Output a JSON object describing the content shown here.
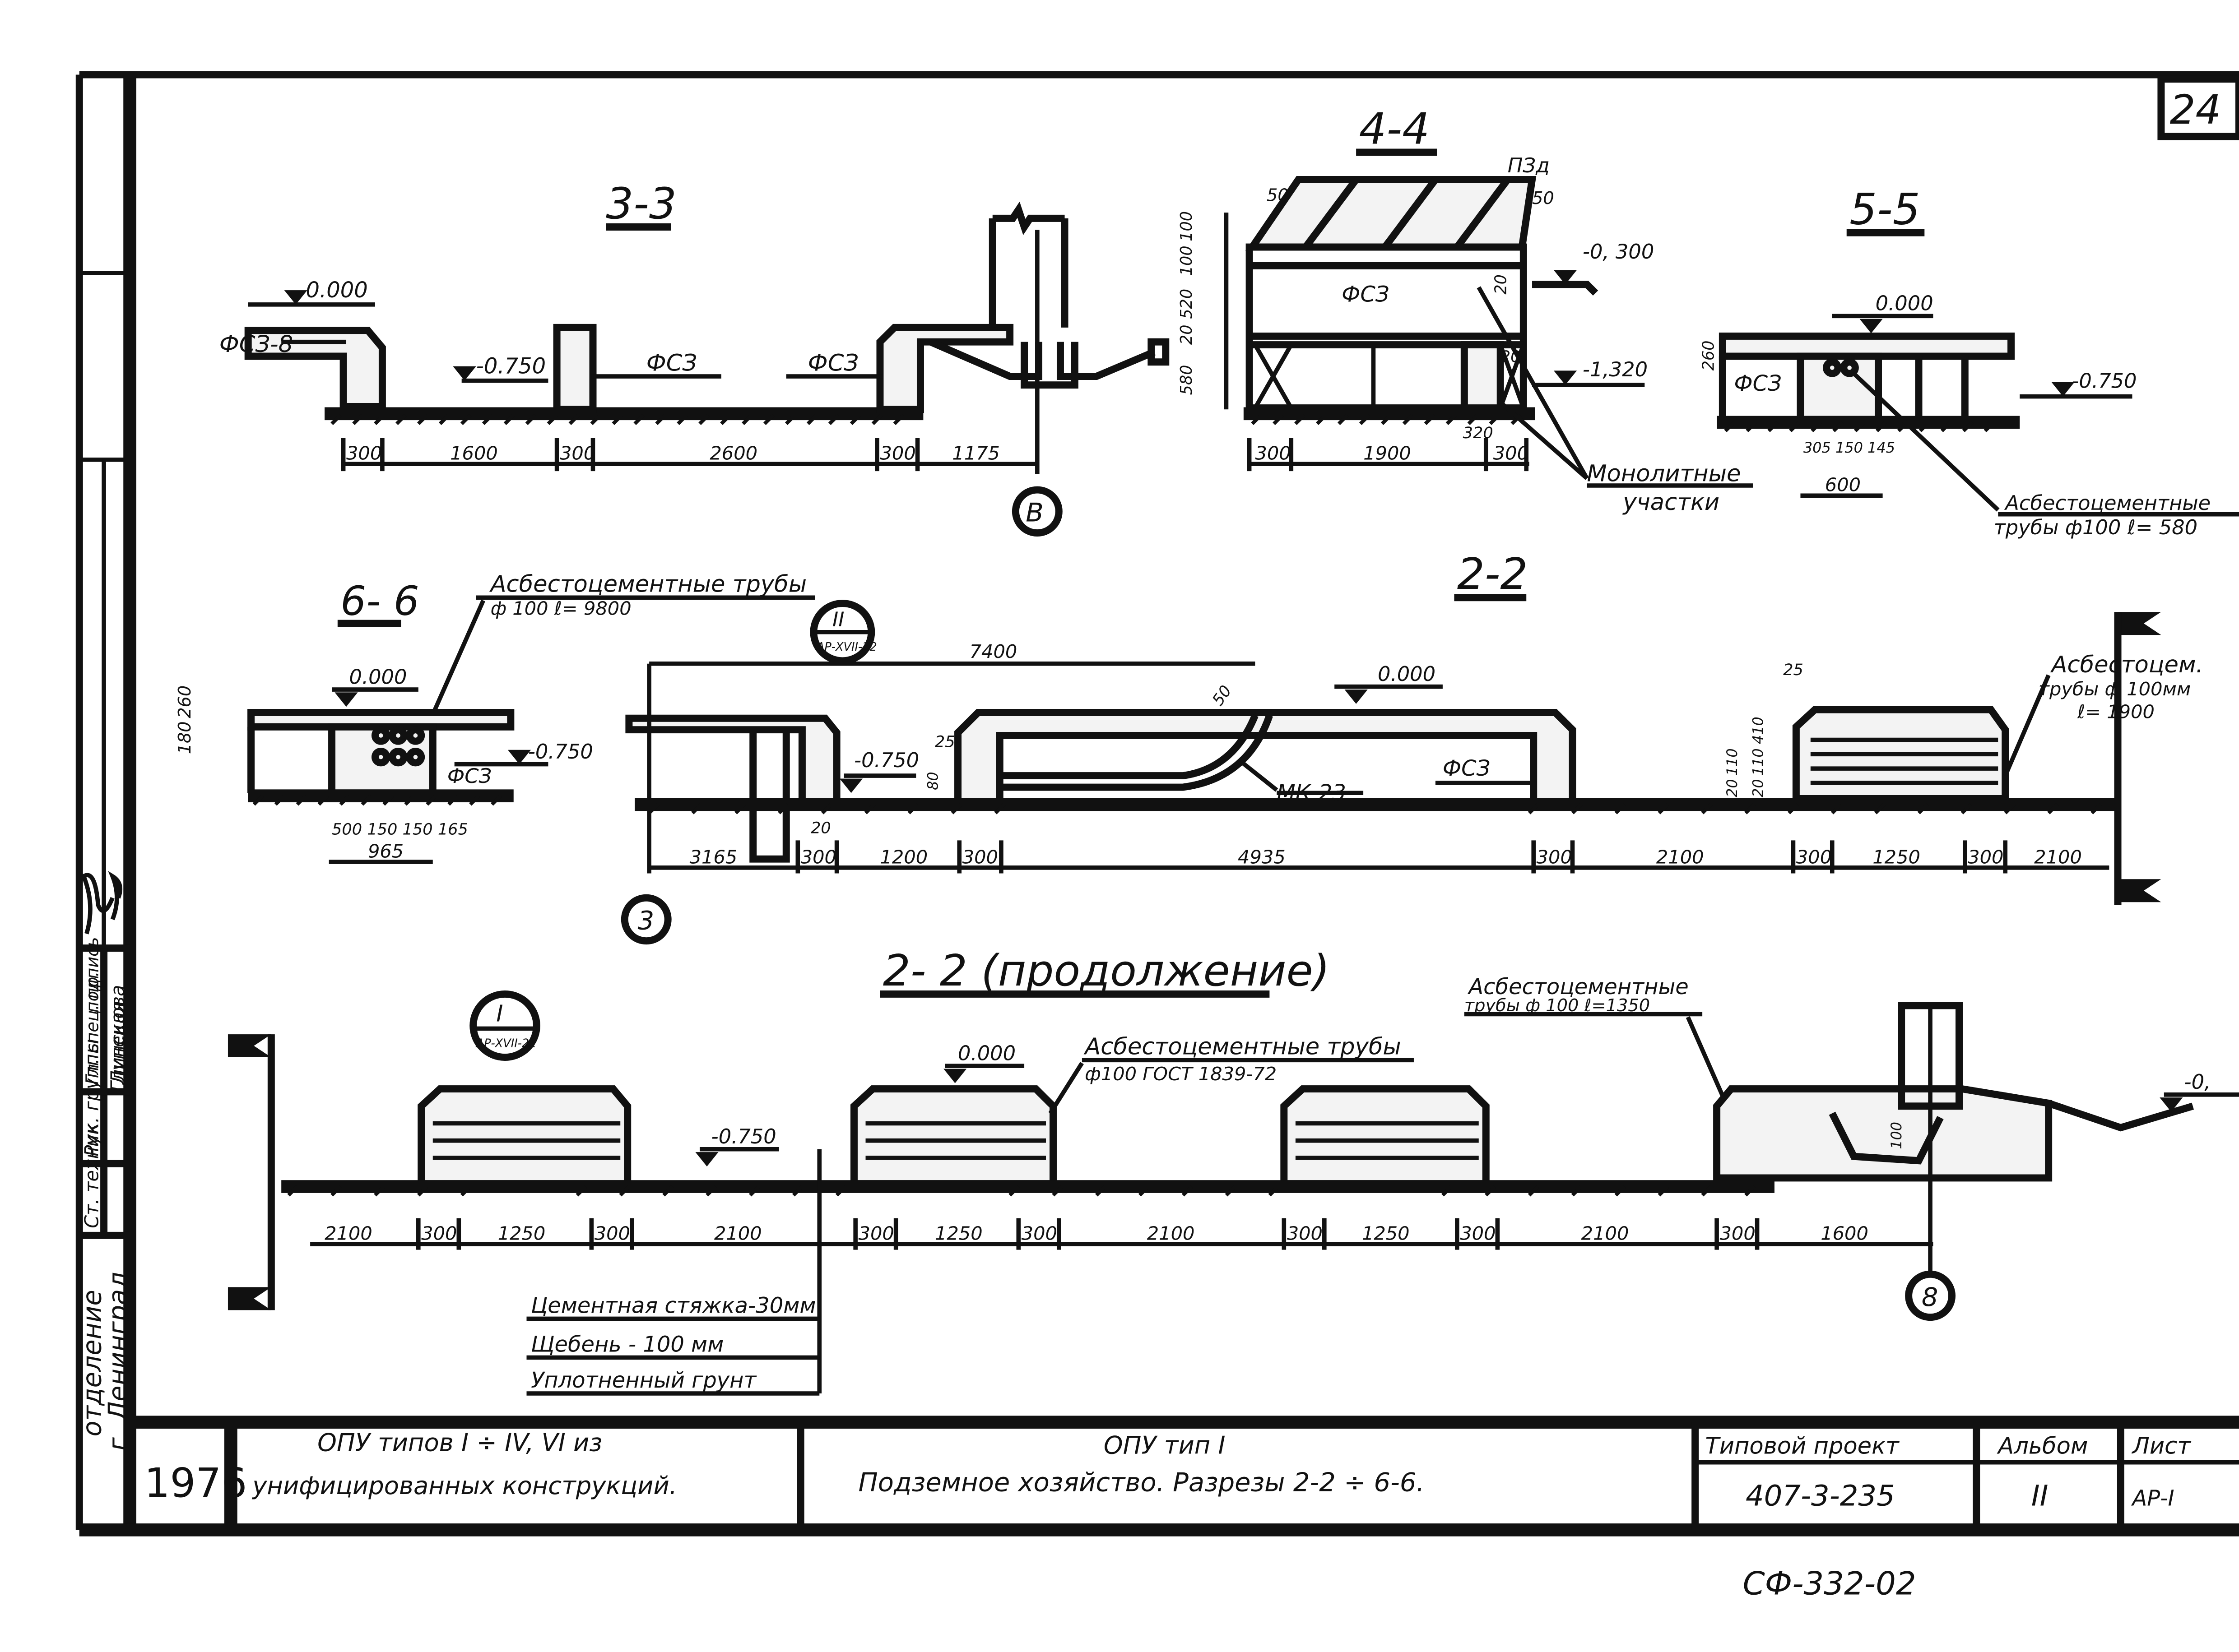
{
  "sheet_number": "24",
  "sections": {
    "s33": {
      "title": "3-3",
      "level_0": "0.000",
      "level_1": "-0.750",
      "label_fcs8": "ФСЗ-8",
      "label_fcs_a": "ФСЗ",
      "label_fcs_b": "ФСЗ",
      "dims": [
        "300",
        "1600",
        "300",
        "2600",
        "300",
        "1175"
      ],
      "axis": "В"
    },
    "s44": {
      "title": "4-4",
      "label_pzd": "ПЗд",
      "dim_50_a": "50",
      "dim_50_b": "50",
      "level_a": "-0, 300",
      "level_b": "-1,320",
      "label_fcs": "ФСЗ",
      "vdims": [
        "100",
        "100",
        "520",
        "20",
        "580"
      ],
      "dim_20_a": "20",
      "dim_20_b": "20",
      "dim_320": "320",
      "dims": [
        "300",
        "1900",
        "300"
      ],
      "mono_1": "Монолитные",
      "mono_2": "участки"
    },
    "s55": {
      "title": "5-5",
      "level_0": "0.000",
      "level_1": "-0.750",
      "label_fcs": "ФСЗ",
      "dim_260": "260",
      "dims_small": "305 150 145",
      "dim_600": "600",
      "pipes_1": "Асбестоцементные",
      "pipes_2": "трубы ф100 ℓ= 580"
    },
    "s66": {
      "title": "6- 6",
      "pipes_1": "Асбестоцементные трубы",
      "pipes_2": "ф 100   ℓ= 9800",
      "level_0": "0.000",
      "level_1": "-0.750",
      "label_fcs": "ФСЗ",
      "vdim_a": "180",
      "vdim_b": "260",
      "dims_small": "500  150 150  165",
      "dim_965": "965"
    },
    "s22": {
      "title": "2-2",
      "ref_roman": "II",
      "ref_sheet": "АР-XVII-22",
      "dim_7400": "7400",
      "level_0": "0.000",
      "level_1": "-0.750",
      "dim_50": "50",
      "dim_25_a": "25",
      "dim_25_b": "25",
      "dim_80": "80",
      "dim_20": "20",
      "vdims_a": [
        "20",
        "110"
      ],
      "vdims_b": [
        "20",
        "110",
        "410"
      ],
      "label_mk": "МК-23",
      "label_fcs": "ФСЗ",
      "pipes_1": "Асбестоцем.",
      "pipes_2": "трубы ф 100мм",
      "pipes_3": "ℓ= 1900",
      "dims": [
        "3165",
        "300",
        "1200",
        "300",
        "4935",
        "300",
        "2100",
        "300",
        "1250",
        "300",
        "2100"
      ],
      "axis": "3"
    },
    "s22c": {
      "title": "2- 2  (продолжение)",
      "ref_roman": "I",
      "ref_sheet": "АР-XVII-21",
      "level_0": "0.000",
      "level_1": "-0.750",
      "level_2": "-0,",
      "pipes_a1": "Асбестоцементные трубы",
      "pipes_a2": "ф100  ГОСТ 1839-72",
      "pipes_b1": "Асбестоцементные",
      "pipes_b2": "трубы ф 100 ℓ=1350",
      "dim_100": "100",
      "dims": [
        "2100",
        "300",
        "1250",
        "300",
        "2100",
        "300",
        "1250",
        "300",
        "2100",
        "300",
        "1250",
        "300",
        "2100",
        "300",
        "1600"
      ],
      "axis": "8",
      "layers": [
        "Цементная стяжка-30мм",
        "Щебень  - 100 мм",
        "Уплотненный  грунт"
      ]
    }
  },
  "side_stamp": {
    "org_1": "отделение",
    "org_2": "г. Ленинград",
    "r1_role": "Ст. техник",
    "r1_name": "Глинская",
    "r2_role": "Рук. группы",
    "r2_name": "Лупешова",
    "r3_role": "Гл. спец. пр.",
    "r3_name": "подпись"
  },
  "title_block": {
    "year": "1976",
    "series_1": "ОПУ типов I ÷ IV, VI из",
    "series_2": "унифицированных     конструкций.",
    "sheet_1": "ОПУ    тип I",
    "sheet_2": "Подземное  хозяйство.    Разрезы  2-2 ÷ 6-6.",
    "project_label": "Типовой проект",
    "project_value": "407-3-235",
    "album_label": "Альбом",
    "album_value": "II",
    "list_label": "Лист",
    "list_value": "АР-I"
  },
  "footer_code": "СФ-332-02"
}
